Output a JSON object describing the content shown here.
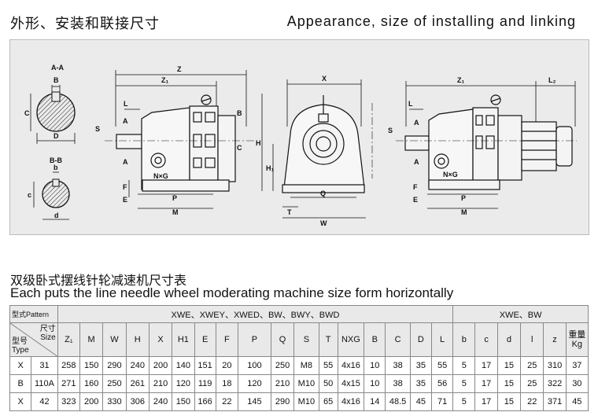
{
  "header": {
    "title_cn": "外形、安装和联接尺寸",
    "title_en": "Appearance, size of installing and linking"
  },
  "drawing_labels": {
    "aa": "A-A",
    "bb": "B-B",
    "b": "B",
    "c": "C",
    "d": "D",
    "b_small": "b",
    "c_small": "c",
    "d_small": "d",
    "z": "Z",
    "z1": "Z₁",
    "l": "L",
    "l2": "L₂",
    "s": "S",
    "a": "A",
    "nxg": "N×G",
    "f": "F",
    "e": "E",
    "p": "P",
    "m": "M",
    "x": "X",
    "h": "H",
    "h1": "H₁",
    "q": "Q",
    "t": "T",
    "w": "W"
  },
  "table": {
    "title_cn": "双级卧式摆线针轮减速机尺寸表",
    "title_en": "Each puts the line needle wheel moderating machine size form horizontally",
    "pattern_label": "型式Pattern",
    "group1": "XWE、XWEY、XWED、BW、BWY、BWD",
    "group2": "XWE、BW",
    "corner_size_cn": "尺寸",
    "corner_size_en": "Size",
    "corner_type_cn": "型号",
    "corner_type_en": "Type",
    "cols": [
      "Z₁",
      "M",
      "W",
      "H",
      "X",
      "H1",
      "E",
      "F",
      "P",
      "Q",
      "S",
      "T",
      "NXG",
      "B",
      "C",
      "D",
      "L",
      "b",
      "c",
      "d",
      "l",
      "z"
    ],
    "weight_cn": "重量",
    "weight_en": "Kg",
    "rows": [
      [
        "X",
        "31",
        "258",
        "150",
        "290",
        "240",
        "200",
        "140",
        "151",
        "20",
        "100",
        "250",
        "M8",
        "55",
        "4x16",
        "10",
        "38",
        "35",
        "55",
        "5",
        "17",
        "15",
        "25",
        "310",
        "37"
      ],
      [
        "B",
        "110A",
        "271",
        "160",
        "250",
        "261",
        "210",
        "120",
        "119",
        "18",
        "120",
        "210",
        "M10",
        "50",
        "4x15",
        "10",
        "38",
        "35",
        "56",
        "5",
        "17",
        "15",
        "25",
        "322",
        "30"
      ],
      [
        "X",
        "42",
        "323",
        "200",
        "330",
        "306",
        "240",
        "150",
        "166",
        "22",
        "145",
        "290",
        "M10",
        "65",
        "4x16",
        "14",
        "48.5",
        "45",
        "71",
        "5",
        "17",
        "15",
        "22",
        "371",
        "45"
      ]
    ]
  }
}
